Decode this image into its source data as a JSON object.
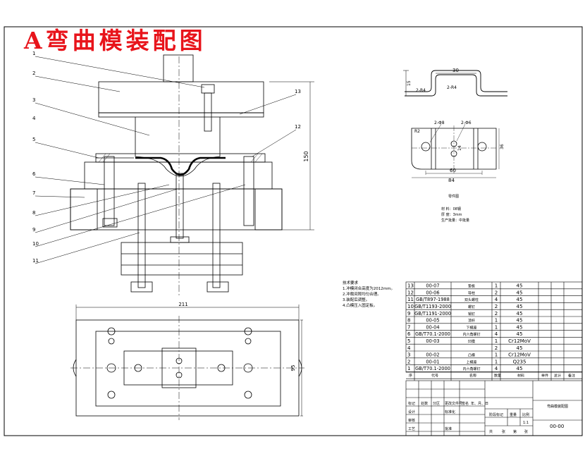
{
  "title": "A弯曲模装配图",
  "balloons": [
    "1",
    "2",
    "3",
    "4",
    "5",
    "6",
    "7",
    "8",
    "9",
    "10",
    "11",
    "12",
    "13"
  ],
  "part_dims": {
    "top_width": "30",
    "height": "15",
    "r_outer": "2-R4",
    "r_inner": "2-R4",
    "holes_a": "2-Φ8",
    "holes_b": "2-Φ6",
    "slot": "14",
    "width_inner": "60",
    "width_total": "84",
    "plate_height": "36",
    "corner_r": "R2"
  },
  "main_dims": {
    "die_height": "150",
    "base_width": "211",
    "base_depth": "95"
  },
  "part_notes": [
    "零件图",
    "材 料：08钢",
    "厚 度：3mm",
    "生产批量：中批量"
  ],
  "tech_notes": [
    "技术要求",
    "1.冲模闭合高度为2012mm。",
    "2.冲裁间隙均匀合理。",
    "3.装配后调整。",
    "4.凸模压入固定板。"
  ],
  "bom": [
    {
      "no": "13",
      "code": "00-07",
      "name": "垫板",
      "qty": "1",
      "mat": "45"
    },
    {
      "no": "12",
      "code": "00-06",
      "name": "导柱",
      "qty": "2",
      "mat": "45"
    },
    {
      "no": "11",
      "code": "GB/T897-1988",
      "name": "双头螺柱",
      "qty": "4",
      "mat": "45"
    },
    {
      "no": "10",
      "code": "GB/T1193-2000",
      "name": "螺钉",
      "qty": "2",
      "mat": "45"
    },
    {
      "no": "9",
      "code": "GB/T1191-2000",
      "name": "销钉",
      "qty": "2",
      "mat": "45"
    },
    {
      "no": "8",
      "code": "00-05",
      "name": "顶杆",
      "qty": "1",
      "mat": "45"
    },
    {
      "no": "7",
      "code": "00-04",
      "name": "下模座",
      "qty": "1",
      "mat": "45"
    },
    {
      "no": "6",
      "code": "GB/T70.1-2000",
      "name": "内六角螺钉",
      "qty": "4",
      "mat": "45"
    },
    {
      "no": "5",
      "code": "00-03",
      "name": "凹模",
      "qty": "1",
      "mat": "Cr12MoV"
    },
    {
      "no": "4",
      "code": "",
      "name": "",
      "qty": "2",
      "mat": "45"
    },
    {
      "no": "3",
      "code": "00-02",
      "name": "凸模",
      "qty": "1",
      "mat": "Cr12MoV"
    },
    {
      "no": "2",
      "code": "00-01",
      "name": "上模座",
      "qty": "1",
      "mat": "Q235"
    },
    {
      "no": "1",
      "code": "GB/T70.1-2000",
      "name": "内六角螺钉",
      "qty": "4",
      "mat": "45"
    }
  ],
  "bom_header": {
    "no": "序",
    "code": "代号",
    "name": "名称",
    "qty": "数量",
    "mat": "材料",
    "wt": "单件",
    "total": "总计",
    "note": "备注"
  },
  "title_block": {
    "drawing_name": "弯曲模装配图",
    "drawing_no": "00-00",
    "scale": "1:1",
    "stage": "阶段标记",
    "weight": "重量",
    "ratio": "比例",
    "mark": "标记",
    "count": "处数",
    "zone": "分区",
    "change": "更改文件号",
    "sign": "签名",
    "date": "年、月、日",
    "design": "设计",
    "std": "标准化",
    "check": "审核",
    "process": "工艺",
    "approve": "批准",
    "sheet_a": "共",
    "sheet_b": "张",
    "sheet_c": "第",
    "sheet_d": "张"
  }
}
